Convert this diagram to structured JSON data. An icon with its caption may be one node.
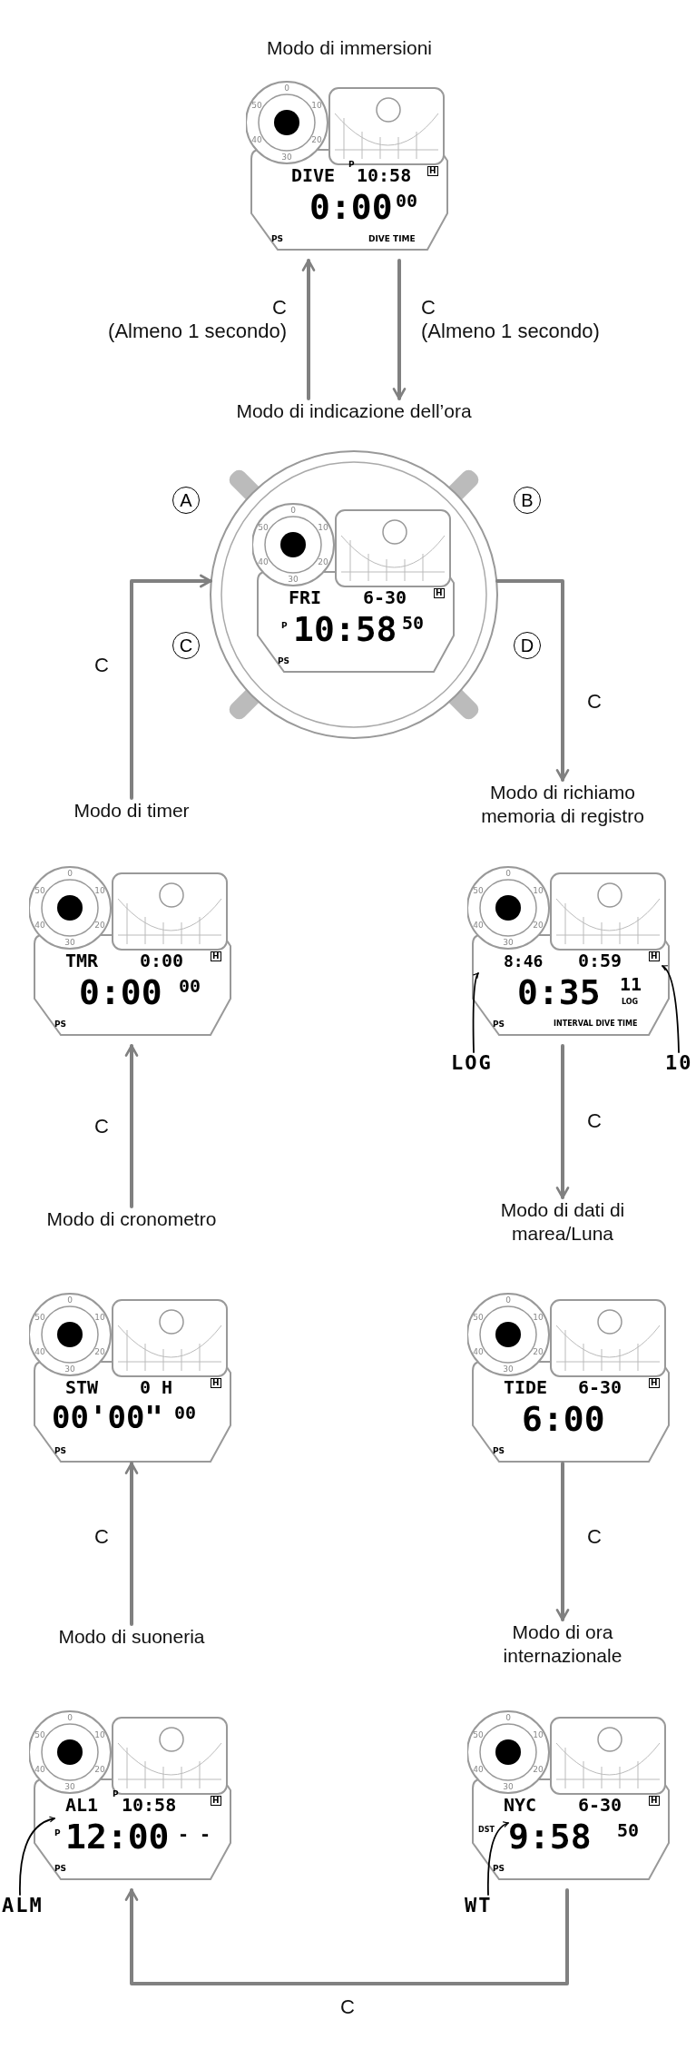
{
  "diagram": {
    "nodes": [
      {
        "text": [
          "Modo di immersioni",
          "DIVE",
          "P",
          "10:58",
          "H",
          "0:00",
          "00",
          "PS",
          "DIVE TIME",
          "0",
          "50",
          "10",
          "40",
          "20",
          "30"
        ]
      },
      {
        "text": [
          "Modo di indicazione dell’ora",
          "FRI",
          "6-30",
          "H",
          "P",
          "10:58",
          "50",
          "PS",
          "0",
          "50",
          "10",
          "40",
          "20",
          "30"
        ]
      },
      {
        "text": [
          "Modo di timer",
          "TMR",
          "0:00",
          "H",
          "0:00",
          "00",
          "PS",
          "0",
          "50",
          "10",
          "40",
          "20",
          "30"
        ]
      },
      {
        "text": [
          "Modo di richiamo memoria di registro",
          "8:46",
          "0:59",
          "H",
          "0:35",
          "11",
          "LOG",
          "PS",
          "INTERVAL DIVE TIME",
          "0",
          "50",
          "10",
          "40",
          "20",
          "30"
        ]
      },
      {
        "text": [
          "LOG"
        ]
      },
      {
        "text": [
          "10"
        ]
      },
      {
        "text": [
          "Modo di cronometro",
          "STW",
          "0 H",
          "H",
          "00'00\"",
          "00",
          "PS",
          "0",
          "50",
          "10",
          "40",
          "20",
          "30"
        ]
      },
      {
        "text": [
          "Modo di dati di marea/Luna",
          "TIDE",
          "6-30",
          "H",
          "6:00",
          "PS",
          "0",
          "50",
          "10",
          "40",
          "20",
          "30"
        ]
      },
      {
        "text": [
          "Modo di suoneria",
          "AL1",
          "P",
          "10:58",
          "H",
          "P",
          "12:00",
          "- -",
          "PS",
          "0",
          "50",
          "10",
          "40",
          "20",
          "30"
        ]
      },
      {
        "text": [
          "Modo di ora internazionale",
          "NYC",
          "6-30",
          "H",
          "DST",
          "9:58",
          "50",
          "PS",
          "0",
          "50",
          "10",
          "40",
          "20",
          "30"
        ]
      },
      {
        "text": [
          "ALM"
        ]
      },
      {
        "text": [
          "WT"
        ]
      }
    ],
    "edges": [
      {
        "from": 1,
        "to": 0,
        "arrow": "to",
        "label": "C (Almeno 1 secondo)"
      },
      {
        "from": 0,
        "to": 1,
        "arrow": "to",
        "label": "C (Almeno 1 secondo)"
      },
      {
        "from": 1,
        "to": 3,
        "arrow": "to",
        "label": "C"
      },
      {
        "from": 3,
        "to": 7,
        "arrow": "to",
        "label": "C"
      },
      {
        "from": 7,
        "to": 9,
        "arrow": "to",
        "label": "C"
      },
      {
        "from": 9,
        "to": 8,
        "arrow": "to",
        "label": "C"
      },
      {
        "from": 8,
        "to": 6,
        "arrow": "to",
        "label": "C"
      },
      {
        "from": 6,
        "to": 2,
        "arrow": "to",
        "label": "C"
      },
      {
        "from": 2,
        "to": 1,
        "arrow": "to",
        "label": "C"
      },
      {
        "from": 4,
        "to": 3,
        "arrow": "to",
        "color": "#000000"
      },
      {
        "from": 5,
        "to": 3,
        "arrow": "to",
        "color": "#000000"
      },
      {
        "from": 10,
        "to": 8,
        "arrow": "to",
        "color": "#000000"
      },
      {
        "from": 11,
        "to": 9,
        "arrow": "to",
        "color": "#000000"
      }
    ],
    "labels": [
      "A",
      "B",
      "C",
      "D"
    ]
  }
}
